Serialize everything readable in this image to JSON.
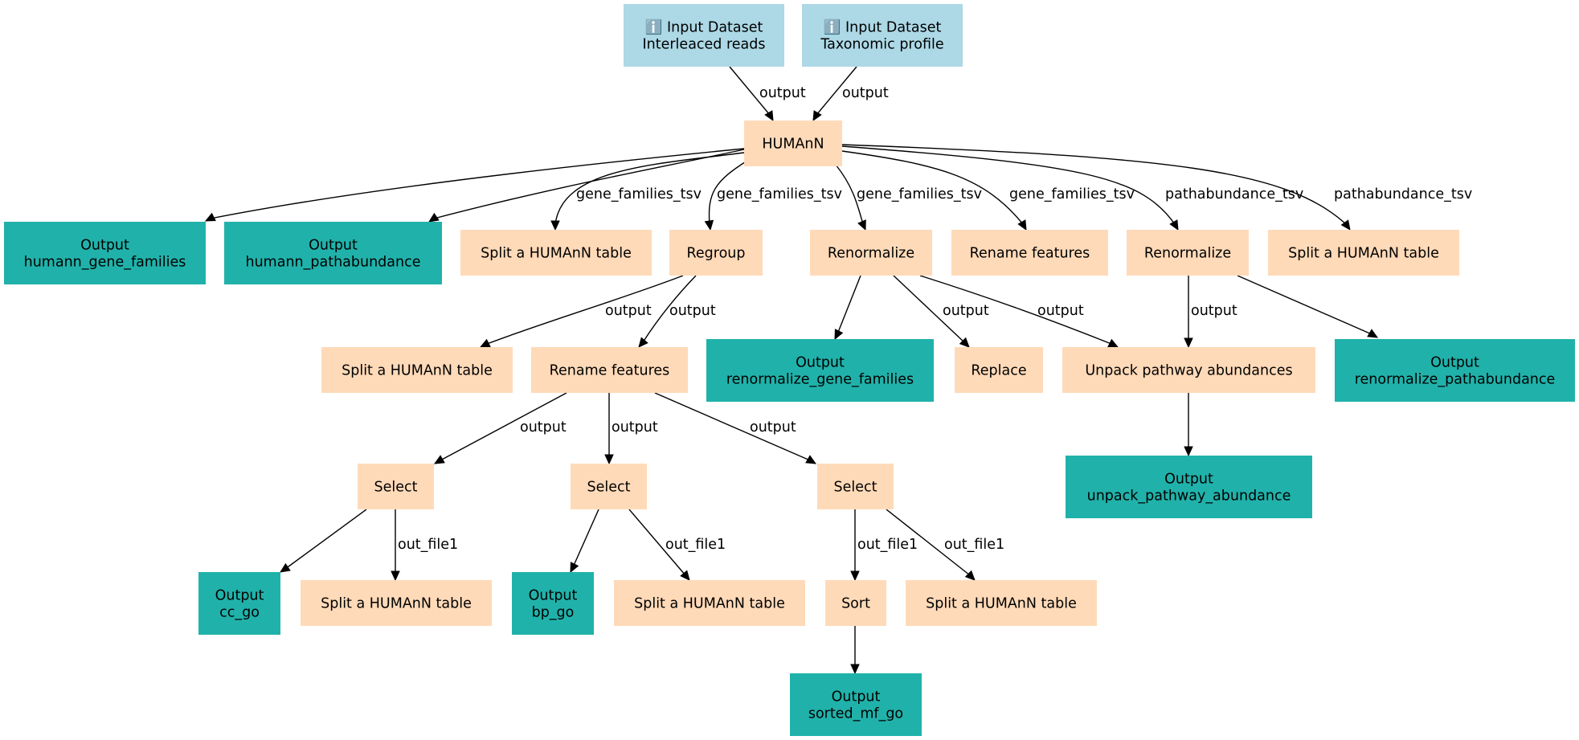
{
  "colors": {
    "input": "#add8e6",
    "tool": "#ffdab9",
    "output": "#20b2aa",
    "edge": "#000000"
  },
  "icons": {
    "input": "info-icon"
  },
  "nodes": [
    {
      "id": "input-interleaved",
      "type": "input",
      "lines": [
        "ℹ️ Input Dataset",
        "Interleaced reads"
      ]
    },
    {
      "id": "input-taxonomic",
      "type": "input",
      "lines": [
        "ℹ️ Input Dataset",
        "Taxonomic profile"
      ]
    },
    {
      "id": "humann",
      "type": "tool",
      "lines": [
        "HUMAnN"
      ]
    },
    {
      "id": "out-gene-families",
      "type": "output",
      "lines": [
        "Output",
        "humann_gene_families"
      ]
    },
    {
      "id": "out-pathabundance",
      "type": "output",
      "lines": [
        "Output",
        "humann_pathabundance"
      ]
    },
    {
      "id": "split-1",
      "type": "tool",
      "lines": [
        "Split a HUMAnN table"
      ]
    },
    {
      "id": "regroup",
      "type": "tool",
      "lines": [
        "Regroup"
      ]
    },
    {
      "id": "renormalize-1",
      "type": "tool",
      "lines": [
        "Renormalize"
      ]
    },
    {
      "id": "rename-1",
      "type": "tool",
      "lines": [
        "Rename features"
      ]
    },
    {
      "id": "renormalize-2",
      "type": "tool",
      "lines": [
        "Renormalize"
      ]
    },
    {
      "id": "split-2",
      "type": "tool",
      "lines": [
        "Split a HUMAnN table"
      ]
    },
    {
      "id": "split-3",
      "type": "tool",
      "lines": [
        "Split a HUMAnN table"
      ]
    },
    {
      "id": "rename-2",
      "type": "tool",
      "lines": [
        "Rename features"
      ]
    },
    {
      "id": "out-renorm-gene",
      "type": "output",
      "lines": [
        "Output",
        "renormalize_gene_families"
      ]
    },
    {
      "id": "replace",
      "type": "tool",
      "lines": [
        "Replace"
      ]
    },
    {
      "id": "unpack",
      "type": "tool",
      "lines": [
        "Unpack pathway abundances"
      ]
    },
    {
      "id": "out-renorm-path",
      "type": "output",
      "lines": [
        "Output",
        "renormalize_pathabundance"
      ]
    },
    {
      "id": "select-1",
      "type": "tool",
      "lines": [
        "Select"
      ]
    },
    {
      "id": "select-2",
      "type": "tool",
      "lines": [
        "Select"
      ]
    },
    {
      "id": "select-3",
      "type": "tool",
      "lines": [
        "Select"
      ]
    },
    {
      "id": "out-unpack",
      "type": "output",
      "lines": [
        "Output",
        "unpack_pathway_abundance"
      ]
    },
    {
      "id": "out-cc-go",
      "type": "output",
      "lines": [
        "Output",
        "cc_go"
      ]
    },
    {
      "id": "split-4",
      "type": "tool",
      "lines": [
        "Split a HUMAnN table"
      ]
    },
    {
      "id": "out-bp-go",
      "type": "output",
      "lines": [
        "Output",
        "bp_go"
      ]
    },
    {
      "id": "split-5",
      "type": "tool",
      "lines": [
        "Split a HUMAnN table"
      ]
    },
    {
      "id": "sort",
      "type": "tool",
      "lines": [
        "Sort"
      ]
    },
    {
      "id": "split-6",
      "type": "tool",
      "lines": [
        "Split a HUMAnN table"
      ]
    },
    {
      "id": "out-sorted-mf",
      "type": "output",
      "lines": [
        "Output",
        "sorted_mf_go"
      ]
    }
  ],
  "edges": [
    {
      "from": "input-interleaved",
      "to": "humann",
      "label": "output"
    },
    {
      "from": "input-taxonomic",
      "to": "humann",
      "label": "output"
    },
    {
      "from": "humann",
      "to": "out-gene-families",
      "label": ""
    },
    {
      "from": "humann",
      "to": "out-pathabundance",
      "label": ""
    },
    {
      "from": "humann",
      "to": "split-1",
      "label": "gene_families_tsv"
    },
    {
      "from": "humann",
      "to": "regroup",
      "label": "gene_families_tsv"
    },
    {
      "from": "humann",
      "to": "renormalize-1",
      "label": "gene_families_tsv"
    },
    {
      "from": "humann",
      "to": "rename-1",
      "label": "gene_families_tsv"
    },
    {
      "from": "humann",
      "to": "renormalize-2",
      "label": "pathabundance_tsv"
    },
    {
      "from": "humann",
      "to": "split-2",
      "label": "pathabundance_tsv"
    },
    {
      "from": "regroup",
      "to": "split-3",
      "label": "output"
    },
    {
      "from": "regroup",
      "to": "rename-2",
      "label": "output"
    },
    {
      "from": "renormalize-1",
      "to": "out-renorm-gene",
      "label": ""
    },
    {
      "from": "renormalize-1",
      "to": "replace",
      "label": "output"
    },
    {
      "from": "renormalize-1",
      "to": "unpack",
      "label": "output"
    },
    {
      "from": "renormalize-2",
      "to": "unpack",
      "label": "output"
    },
    {
      "from": "renormalize-2",
      "to": "out-renorm-path",
      "label": ""
    },
    {
      "from": "rename-2",
      "to": "select-1",
      "label": "output"
    },
    {
      "from": "rename-2",
      "to": "select-2",
      "label": "output"
    },
    {
      "from": "rename-2",
      "to": "select-3",
      "label": "output"
    },
    {
      "from": "unpack",
      "to": "out-unpack",
      "label": ""
    },
    {
      "from": "select-1",
      "to": "out-cc-go",
      "label": ""
    },
    {
      "from": "select-1",
      "to": "split-4",
      "label": "out_file1"
    },
    {
      "from": "select-2",
      "to": "out-bp-go",
      "label": ""
    },
    {
      "from": "select-2",
      "to": "split-5",
      "label": "out_file1"
    },
    {
      "from": "select-3",
      "to": "sort",
      "label": "out_file1"
    },
    {
      "from": "select-3",
      "to": "split-6",
      "label": "out_file1"
    },
    {
      "from": "sort",
      "to": "out-sorted-mf",
      "label": ""
    }
  ]
}
